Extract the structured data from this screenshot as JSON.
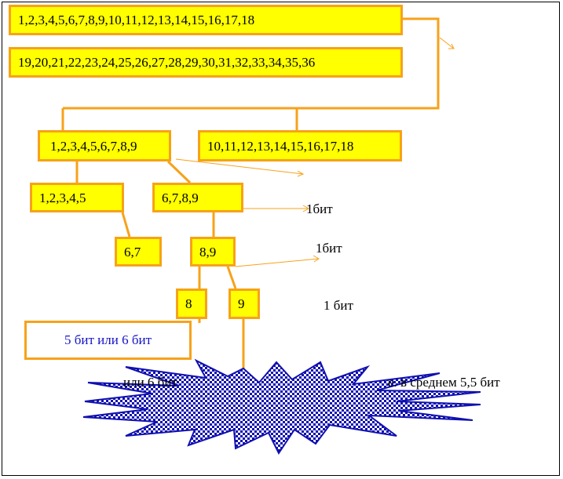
{
  "boxes": {
    "b1_18": "1,2,3,4,5,6,7,8,9,10,11,12,13,14,15,16,17,18",
    "b19_36": "19,20,21,22,23,24,25,26,27,28,29,30,31,32,33,34,35,36",
    "b1_9": "1,2,3,4,5,6,7,8,9",
    "b10_18": "10,11,12,13,14,15,16,17,18",
    "b1_5": "1,2,3,4,5",
    "b6_9": "6,7,8,9",
    "b6_7": "6,7",
    "b8_9": "8,9",
    "b8": "8",
    "b9": "9"
  },
  "labels": {
    "bit1_a": "1бит",
    "bit1_b": "1бит",
    "bit1_c": "1 бит",
    "result": "5 бит или 6 бит",
    "burst_left": "или 6 бит",
    "burst_right": "е. в среднем 5,5 бит"
  },
  "colors": {
    "box_fill": "#ffff00",
    "box_border": "#f7a21a",
    "burst_fill": "#1010b0",
    "result_text": "#1414c8"
  }
}
